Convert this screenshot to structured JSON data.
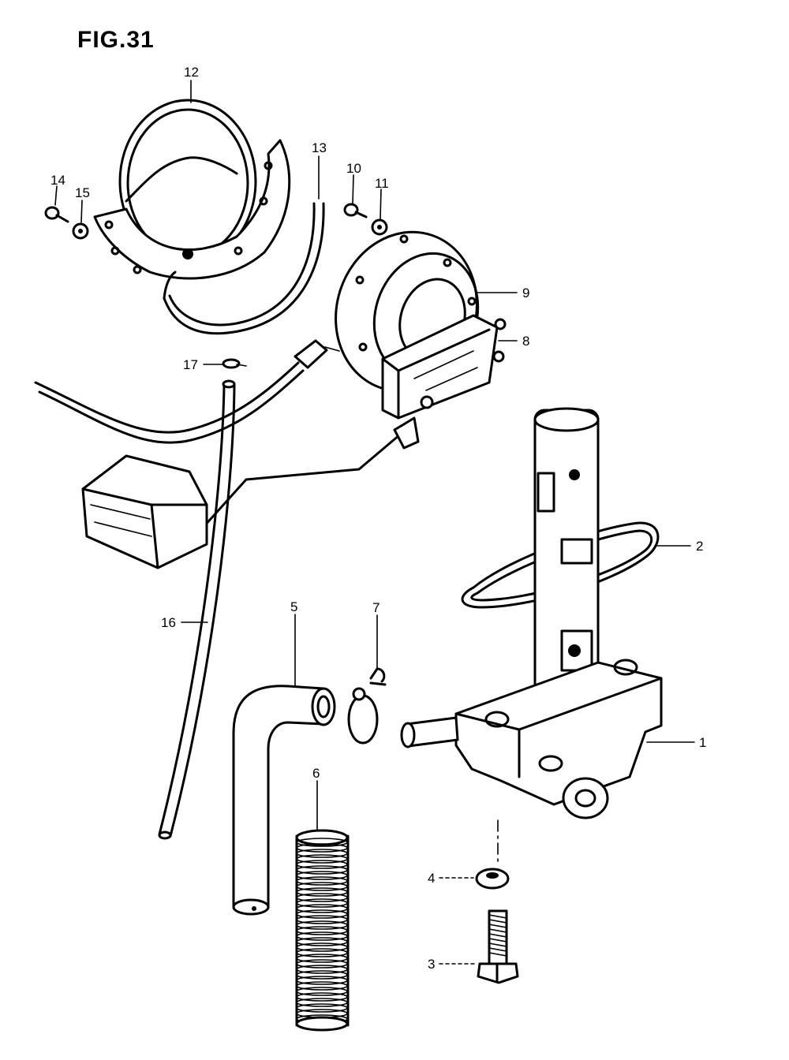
{
  "figure": {
    "title": "FIG.31"
  },
  "callouts": [
    {
      "id": "12",
      "label": "12"
    },
    {
      "id": "13",
      "label": "13"
    },
    {
      "id": "14",
      "label": "14"
    },
    {
      "id": "15",
      "label": "15"
    },
    {
      "id": "10",
      "label": "10"
    },
    {
      "id": "11",
      "label": "11"
    },
    {
      "id": "9",
      "label": "9"
    },
    {
      "id": "8",
      "label": "8"
    },
    {
      "id": "17",
      "label": "17"
    },
    {
      "id": "2",
      "label": "2"
    },
    {
      "id": "16",
      "label": "16"
    },
    {
      "id": "5",
      "label": "5"
    },
    {
      "id": "7",
      "label": "7"
    },
    {
      "id": "1",
      "label": "1"
    },
    {
      "id": "6",
      "label": "6"
    },
    {
      "id": "4",
      "label": "4"
    },
    {
      "id": "3",
      "label": "3"
    }
  ]
}
